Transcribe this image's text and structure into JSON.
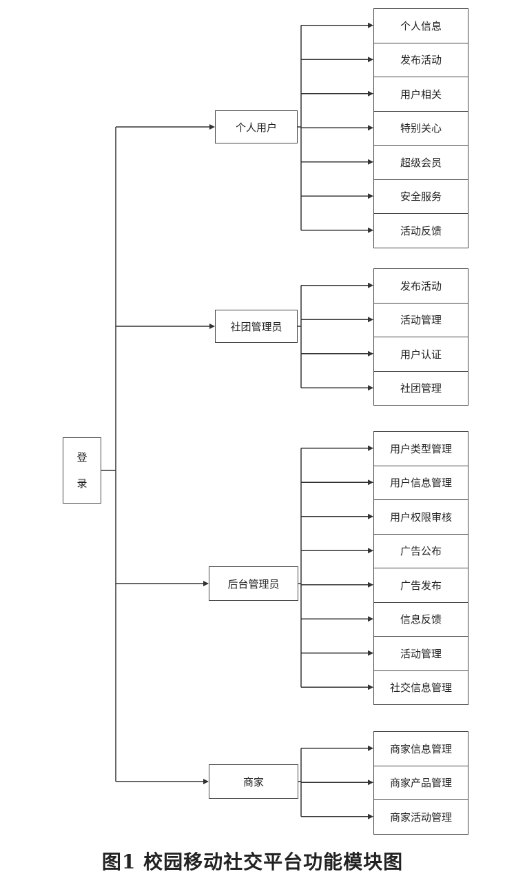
{
  "caption": "图1 校园移动社交平台功能模块图",
  "root": {
    "label": "登录"
  },
  "groups": [
    {
      "label": "个人用户",
      "items": [
        "个人信息",
        "发布活动",
        "用户相关",
        "特别关心",
        "超级会员",
        "安全服务",
        "活动反馈"
      ]
    },
    {
      "label": "社团管理员",
      "items": [
        "发布活动",
        "活动管理",
        "用户认证",
        "社团管理"
      ]
    },
    {
      "label": "后台管理员",
      "items": [
        "用户类型管理",
        "用户信息管理",
        "用户权限审核",
        "广告公布",
        "广告发布",
        "信息反馈",
        "活动管理",
        "社交信息管理"
      ]
    },
    {
      "label": "商家",
      "items": [
        "商家信息管理",
        "商家产品管理",
        "商家活动管理"
      ]
    }
  ]
}
